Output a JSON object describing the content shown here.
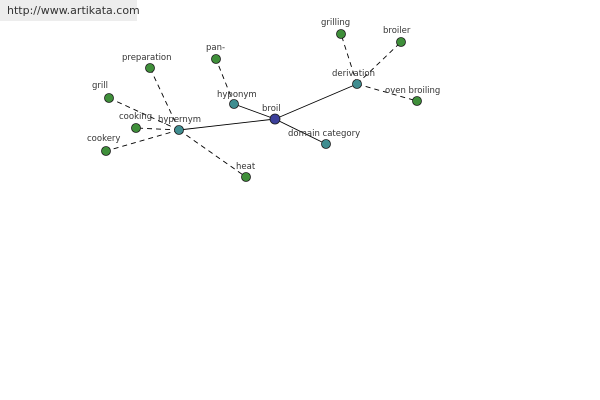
{
  "watermark": "http://www.artikata.com",
  "colors": {
    "center_node": "#3c3f9a",
    "relation_node": "#3f8d90",
    "leaf_node": "#3f8f3a",
    "edge": "#000000"
  },
  "nodes": [
    {
      "id": "broil",
      "label": "broil",
      "kind": "center"
    },
    {
      "id": "hypernym",
      "label": "hypernym",
      "kind": "relation"
    },
    {
      "id": "hyponym",
      "label": "hyponym",
      "kind": "relation"
    },
    {
      "id": "derivation",
      "label": "derivation",
      "kind": "relation"
    },
    {
      "id": "domain-category",
      "label": "domain category",
      "kind": "relation"
    },
    {
      "id": "grill",
      "label": "grill",
      "kind": "leaf"
    },
    {
      "id": "preparation",
      "label": "preparation",
      "kind": "leaf"
    },
    {
      "id": "cooking",
      "label": "cooking",
      "kind": "leaf"
    },
    {
      "id": "cookery",
      "label": "cookery",
      "kind": "leaf"
    },
    {
      "id": "heat",
      "label": "heat",
      "kind": "leaf"
    },
    {
      "id": "pan",
      "label": "pan-",
      "kind": "leaf"
    },
    {
      "id": "grilling",
      "label": "grilling",
      "kind": "leaf"
    },
    {
      "id": "broiler",
      "label": "broiler",
      "kind": "leaf"
    },
    {
      "id": "oven-broiling",
      "label": "oven broiling",
      "kind": "leaf"
    }
  ],
  "edges": [
    {
      "from": "broil",
      "to": "hypernym",
      "style": "solid"
    },
    {
      "from": "broil",
      "to": "hyponym",
      "style": "solid"
    },
    {
      "from": "broil",
      "to": "derivation",
      "style": "solid"
    },
    {
      "from": "broil",
      "to": "domain-category",
      "style": "solid"
    },
    {
      "from": "hypernym",
      "to": "grill",
      "style": "dashed"
    },
    {
      "from": "hypernym",
      "to": "preparation",
      "style": "dashed"
    },
    {
      "from": "hypernym",
      "to": "cooking",
      "style": "dashed"
    },
    {
      "from": "hypernym",
      "to": "cookery",
      "style": "dashed"
    },
    {
      "from": "hypernym",
      "to": "heat",
      "style": "dashed"
    },
    {
      "from": "hyponym",
      "to": "pan",
      "style": "dashed"
    },
    {
      "from": "derivation",
      "to": "grilling",
      "style": "dashed"
    },
    {
      "from": "derivation",
      "to": "broiler",
      "style": "dashed"
    },
    {
      "from": "derivation",
      "to": "oven-broiling",
      "style": "dashed"
    }
  ]
}
